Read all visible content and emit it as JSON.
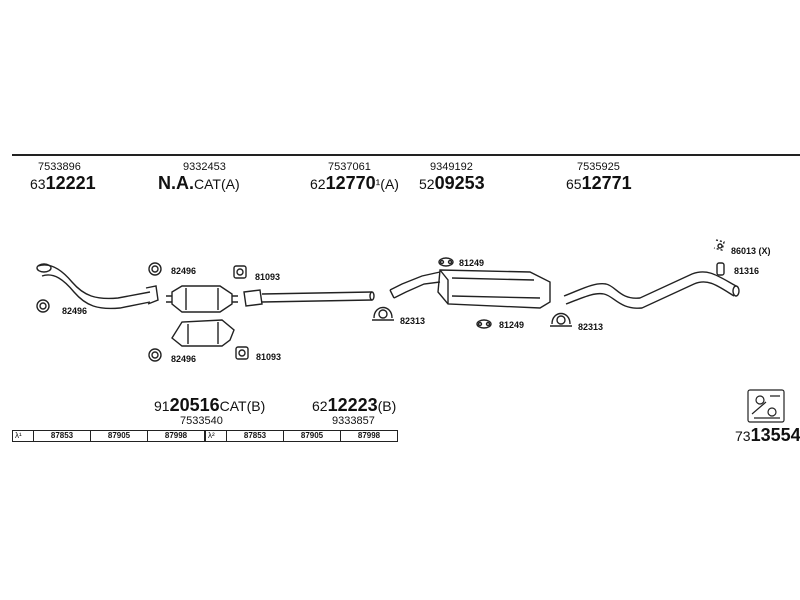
{
  "top_parts": [
    {
      "ref": "7533896",
      "prefix": "63",
      "bold": "12221",
      "suffix": ""
    },
    {
      "ref": "9332453",
      "prefix": "",
      "bold": "N.A.",
      "suffix": "CAT(A)"
    },
    {
      "ref": "7537061",
      "prefix": "62",
      "bold": "12770",
      "suffix": "¹(A)"
    },
    {
      "ref": "9349192",
      "prefix": "52",
      "bold": "09253",
      "suffix": ""
    },
    {
      "ref": "7535925",
      "prefix": "65",
      "bold": "12771",
      "suffix": ""
    }
  ],
  "bottom_parts": [
    {
      "ref": "7533540",
      "prefix": "91",
      "bold": "20516",
      "suffix": "CAT(B)"
    },
    {
      "ref": "9333857",
      "prefix": "62",
      "bold": "12223",
      "suffix": "(B)"
    }
  ],
  "fitting_labels": {
    "a1": "82496",
    "a2": "82496",
    "a3": "82496",
    "b1": "81093",
    "b2": "81093",
    "c1": "82313",
    "c2": "82313",
    "d1": "81249",
    "d2": "81249",
    "e1": "86013 (X)",
    "e2": "81316"
  },
  "lambda_tables": [
    {
      "symbol": "λ¹",
      "codes": [
        "87853",
        "87905",
        "87998"
      ]
    },
    {
      "symbol": "λ²",
      "codes": [
        "87853",
        "87905",
        "87998"
      ]
    }
  ],
  "kit_number": {
    "prefix": "73",
    "bold": "13554"
  }
}
